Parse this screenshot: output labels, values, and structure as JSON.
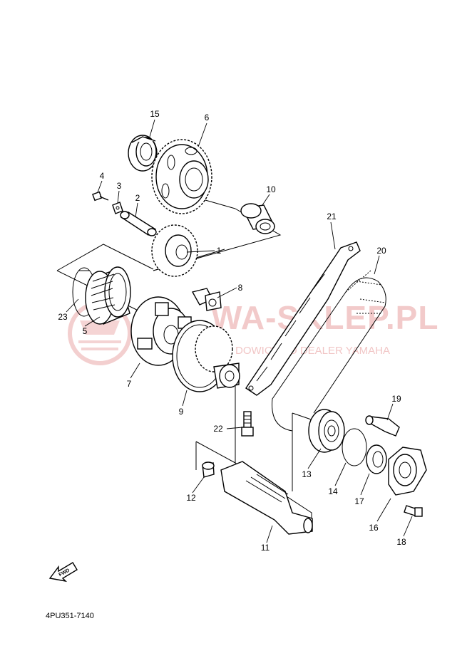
{
  "watermark": {
    "title": "WA-SKLEP.PL",
    "subtitle": "DOWICTWO DEALER YAMAHA"
  },
  "diagram_code": "4PU351-7140",
  "fwd_label": "FWD",
  "parts": [
    {
      "id": "label-1",
      "text": "1"
    },
    {
      "id": "label-2",
      "text": "2"
    },
    {
      "id": "label-3",
      "text": "3"
    },
    {
      "id": "label-4",
      "text": "4"
    },
    {
      "id": "label-5",
      "text": "5"
    },
    {
      "id": "label-6",
      "text": "6"
    },
    {
      "id": "label-7",
      "text": "7"
    },
    {
      "id": "label-8",
      "text": "8"
    },
    {
      "id": "label-9",
      "text": "9"
    },
    {
      "id": "label-10",
      "text": "10"
    },
    {
      "id": "label-11",
      "text": "11"
    },
    {
      "id": "label-12",
      "text": "12"
    },
    {
      "id": "label-13",
      "text": "13"
    },
    {
      "id": "label-14",
      "text": "14"
    },
    {
      "id": "label-15",
      "text": "15"
    },
    {
      "id": "label-16",
      "text": "16"
    },
    {
      "id": "label-17",
      "text": "17"
    },
    {
      "id": "label-18",
      "text": "18"
    },
    {
      "id": "label-19",
      "text": "19"
    },
    {
      "id": "label-20",
      "text": "20"
    },
    {
      "id": "label-21",
      "text": "21"
    },
    {
      "id": "label-22",
      "text": "22"
    },
    {
      "id": "label-23",
      "text": "23"
    }
  ]
}
